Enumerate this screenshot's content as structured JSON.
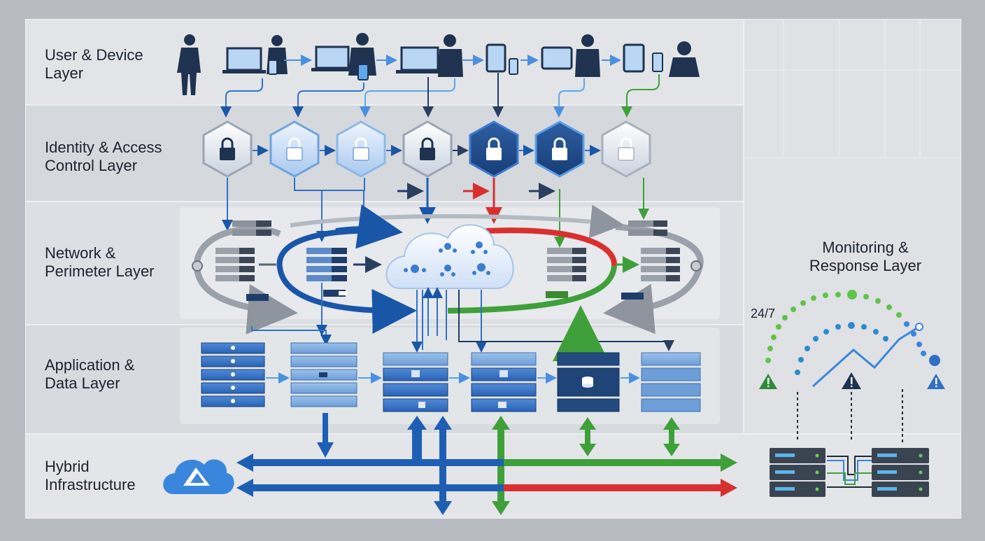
{
  "layers": [
    {
      "id": "user",
      "line1": "User & Device",
      "line2": "Layer"
    },
    {
      "id": "identity",
      "line1": "Identity & Access",
      "line2": "Control Layer"
    },
    {
      "id": "network",
      "line1": "Network &",
      "line2": "Perimeter Layer"
    },
    {
      "id": "application",
      "line1": "Application &",
      "line2": "Data Layer"
    },
    {
      "id": "hybrid",
      "line1": "Hybrid",
      "line2": "Infrastructure"
    }
  ],
  "monitoring": {
    "line1": "Monitoring &",
    "line2": "Response Layer",
    "uptime": "24/7"
  },
  "colors": {
    "primary_blue": "#1a56a8",
    "dark_navy": "#1f3d6b",
    "alert_red": "#d9302f",
    "ok_green": "#3fa03a",
    "light_blue": "#5b9ee6"
  },
  "icons": [
    "person-icon",
    "laptop-icon",
    "tablet-icon",
    "phone-icon",
    "lock-icon",
    "server-icon",
    "cloud-icon",
    "warning-icon",
    "database-icon",
    "cloud-logo-icon"
  ]
}
